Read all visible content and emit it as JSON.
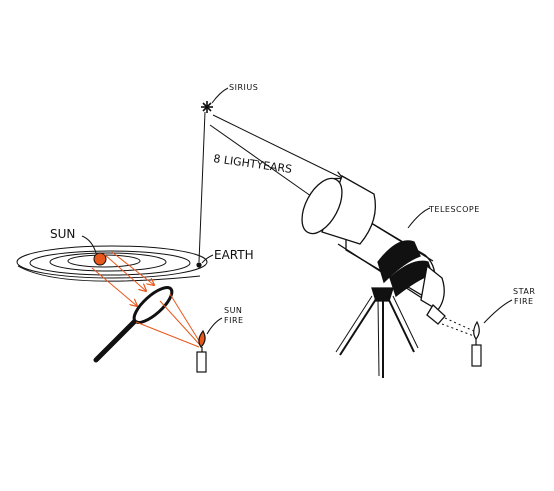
{
  "labels": {
    "sirius": "SIRIUS",
    "distance": "8 LIGHTYEARS",
    "telescope": "TELESCOPE",
    "sun": "SUN",
    "earth": "EARTH",
    "sun_fire_line1": "SUN",
    "sun_fire_line2": "FIRE",
    "star_fire_line1": "STAR",
    "star_fire_line2": "FIRE"
  },
  "colors": {
    "ink": "#111111",
    "sun": "#e8571c",
    "light_ray": "#e8571c",
    "paper": "#ffffff"
  }
}
